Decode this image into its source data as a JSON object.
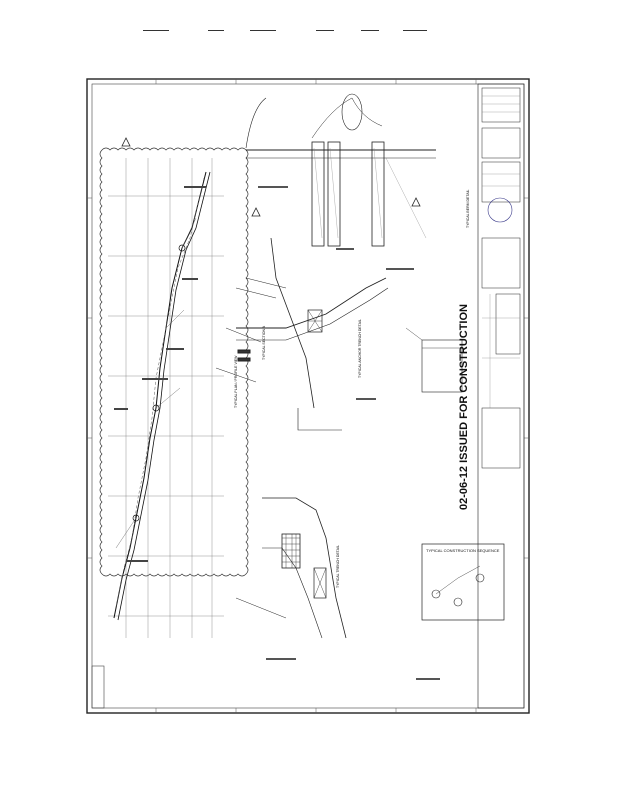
{
  "drawing": {
    "stamp": "02-06-12  ISSUED FOR CONSTRUCTION",
    "legend_title": "TYPICAL CONSTRUCTION SEQUENCE",
    "details": [
      "TYPICAL PLAN / PROFILE VIEW",
      "TYPICAL SECTION A",
      "TYPICAL ANCHOR TRENCH DETAIL",
      "TYPICAL TRENCH DETAIL",
      "TYPICAL BERM DETAIL"
    ]
  }
}
